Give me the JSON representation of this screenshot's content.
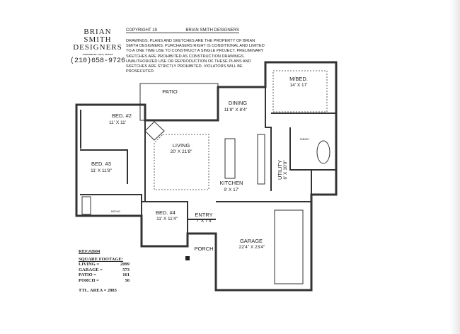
{
  "brand": {
    "name1": "BRIAN SMITH",
    "name2": "DESIGNERS",
    "city": "UNIVERSAL CITY, TEXAS",
    "phone": "(210)658-9726"
  },
  "copyright": {
    "label": "COPYRIGHT 19",
    "owner": "BRIAN SMITH DESIGNERS"
  },
  "legal": "Drawings, plans and sketches are the property of Brian Smith Designers. Purchasers right is conditional and limited to a one time use to construct a single project. Preliminary sketches are prohibited as construction drawings. Unauthorized use or reproduction of these plans and sketches are strictly prohibited. Violators will be prosecuted.",
  "rooms": {
    "patio": {
      "name": "PATIO"
    },
    "dining": {
      "name": "DINING",
      "size": "11'8\" X 8'4\""
    },
    "mbed": {
      "name": "M/BED.",
      "size": "14' X 17'"
    },
    "bed2": {
      "name": "BED. #2",
      "size": "11' X 11'"
    },
    "living": {
      "name": "LIVING",
      "size": "20' X 21'8\""
    },
    "bed3": {
      "name": "BED. #3",
      "size": "11' X 11'8\""
    },
    "kitchen": {
      "name": "KITCHEN",
      "size": "9' X 17'"
    },
    "utility": {
      "name": "UTILITY",
      "size": "6' X 10'0\""
    },
    "mbath": {
      "name": "M/BATH"
    },
    "bath2": {
      "name": "BATH#2"
    },
    "bed4": {
      "name": "BED. #4",
      "size": "11' X 11'4\""
    },
    "entry": {
      "name": "ENTRY",
      "size": "7' X 7'4\""
    },
    "porch": {
      "name": "PORCH"
    },
    "garage": {
      "name": "GARAGE",
      "size": "22'4\" X 23'4\""
    }
  },
  "footage": {
    "ref": "REF.#2604",
    "title": "SQUARE FOOTAGE:",
    "rows": [
      {
        "label": "LIVING =",
        "value": "2099"
      },
      {
        "label": "GARAGE =",
        "value": "573"
      },
      {
        "label": "PATIO =",
        "value": "161"
      },
      {
        "label": "PORCH =",
        "value": "50"
      }
    ],
    "total": "TTL. AREA = 2883"
  }
}
